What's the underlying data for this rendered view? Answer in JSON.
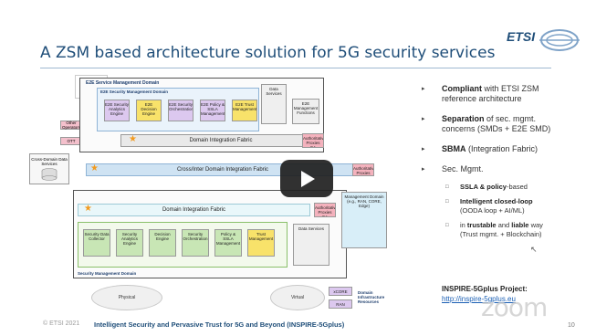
{
  "slide": {
    "title": "A ZSM based architecture solution for 5G security services",
    "logo_text": "ETSI",
    "footer_copyright": "© ETSI 2021",
    "footer_title": "Intelligent Security and Pervasive Trust for 5G and Beyond (INSPIRE-5Gplus)",
    "page_number": "10",
    "colors": {
      "title": "#1f4e79",
      "accent_blue": "#1a5fb4",
      "fabric_blue": "#cfe3f3"
    }
  },
  "bullets": [
    {
      "bold": "Compliant",
      "text": " with ETSI ZSM",
      "line2": "reference architecture"
    },
    {
      "bold": "Separation",
      "text": " of sec. mgmt.",
      "line2": "concerns (SMDs + E2E SMD)"
    },
    {
      "bold": "SBMA",
      "text": " (Integration Fabric)"
    },
    {
      "bold": "",
      "text": "Sec. Mgmt."
    }
  ],
  "sub_bullets": [
    {
      "bold": "SSLA & policy",
      "text": "-based"
    },
    {
      "bold": "Intelligent closed-loop",
      "text": "",
      "line2": "(OODA loop + AI/ML)"
    },
    {
      "prefix": "in ",
      "bold": "trustable",
      "mid": " and ",
      "bold2": "liable",
      "text": " way",
      "line2": "(Trust mgmt. + Blockchain)"
    }
  ],
  "project": {
    "label": "INSPIRE-5Gplus Project:",
    "link": "http://inspire-5gplus.eu"
  },
  "diagram": {
    "e2e_domain_label": "E2E Service Management Domain",
    "e2e_security_label": "E2E Security Management Domain",
    "e2e_modules": [
      "E2E Security Analytics Engine",
      "E2E Decision Engine",
      "E2E Security Orchestration",
      "E2E Policy & SSLA Management",
      "E2E Trust Management"
    ],
    "data_services": "Data Services",
    "e2e_mgmt_functions": "E2E Management Functions",
    "domain_fabric": "Domain Integration Fabric",
    "cross_fabric": "Cross/Inter Domain Integration Fabric",
    "other_operators": "Other Operators",
    "ott": "OTT",
    "cross_domain_data": "Cross-Domain Data Services",
    "mgmt_domain_label": "Management Domain (e.g., RAN, CORE, Edge)",
    "security_mgmt_domain": "Security Management Domain",
    "sec_modules": [
      "Security Data Collector",
      "Security Analytics Engine",
      "Decision Engine",
      "Security Orchestration",
      "Policy & SSLA Management",
      "Trust Management"
    ],
    "auth_proxy": "Authoritative Proxies CA",
    "infra_label": "Domain Infrastructure Resources",
    "infra_items": [
      "Physical",
      "Virtual",
      "xCORE",
      "RAN"
    ]
  },
  "player": {
    "play_label": "Play video",
    "watermark": "zoom"
  }
}
